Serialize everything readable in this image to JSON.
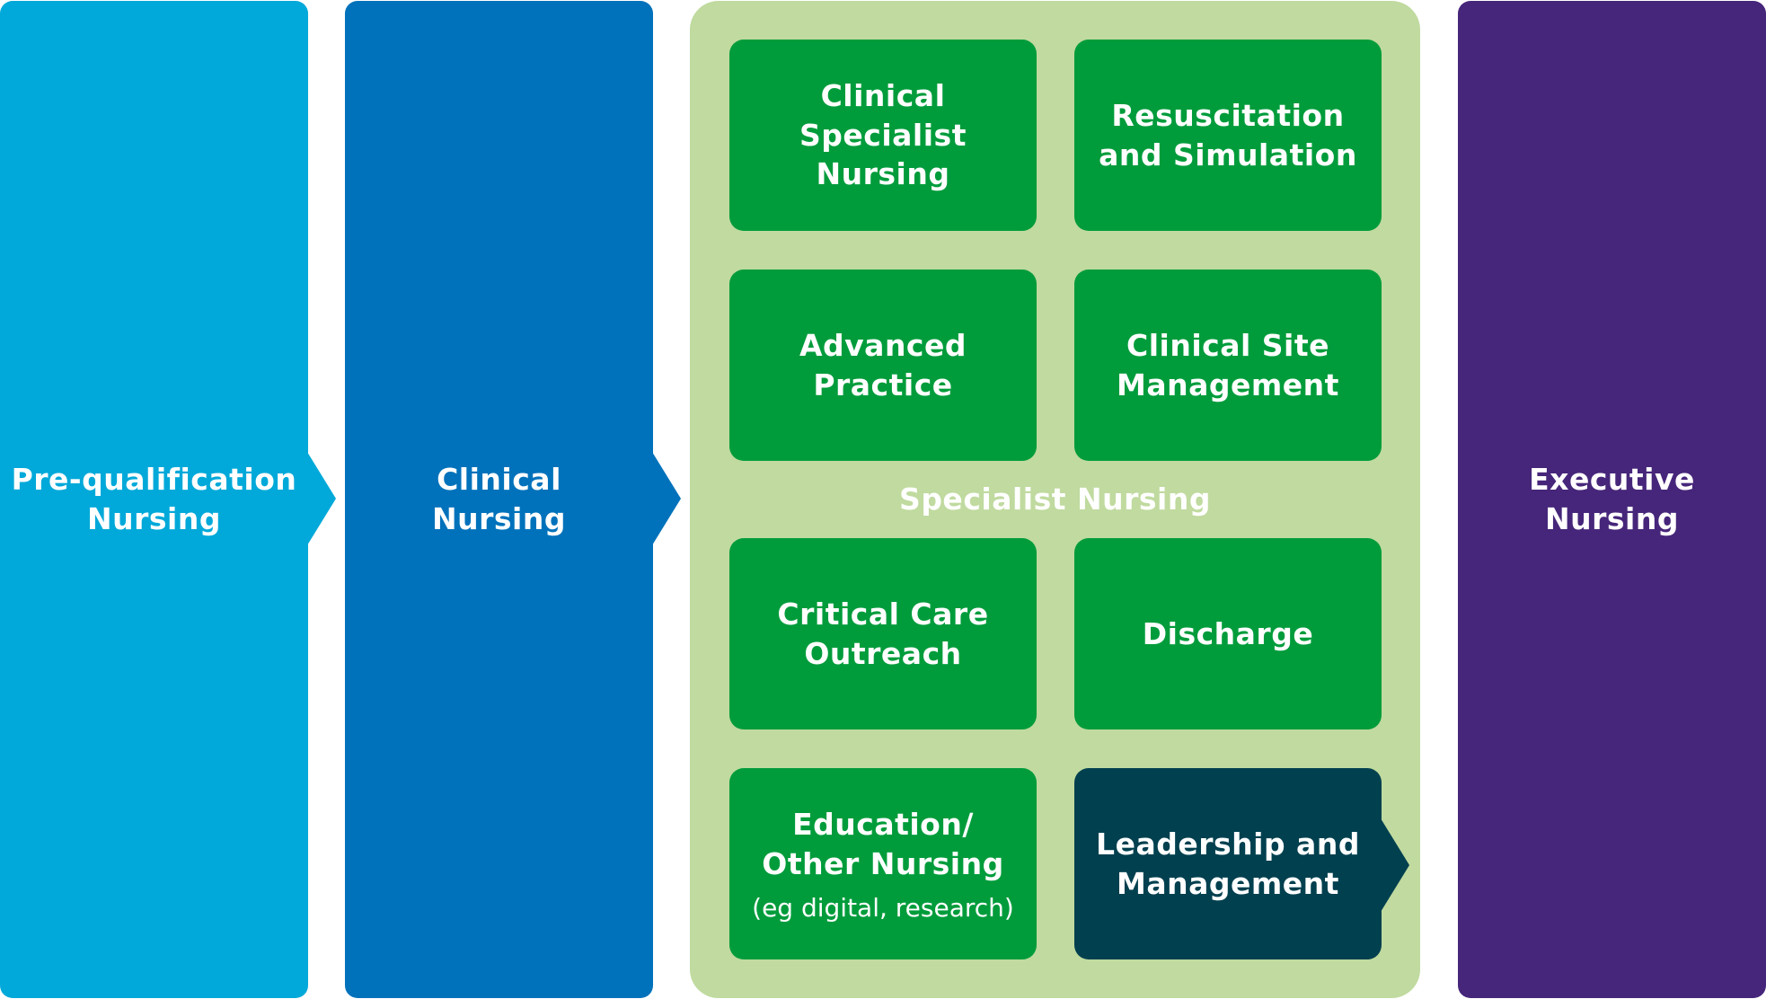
{
  "colors": {
    "pre_qualification": "#00a9d9",
    "clinical": "#0072bb",
    "specialist_panel": "#c0da9f",
    "specialist_box": "#009c3b",
    "leadership_box": "#00404f",
    "executive": "#46267a"
  },
  "columns": {
    "pre_qualification": "Pre-qualification\nNursing",
    "clinical": "Clinical\nNursing",
    "executive": "Executive\nNursing"
  },
  "specialist": {
    "title": "Specialist Nursing",
    "boxes": {
      "clinical_specialist": "Clinical\nSpecialist\nNursing",
      "resuscitation": "Resuscitation\nand Simulation",
      "advanced_practice": "Advanced\nPractice",
      "clinical_site": "Clinical Site\nManagement",
      "critical_care": "Critical Care\nOutreach",
      "discharge": "Discharge",
      "education": "Education/\nOther Nursing",
      "education_note": "(eg digital, research)",
      "leadership": "Leadership and\nManagement"
    }
  }
}
